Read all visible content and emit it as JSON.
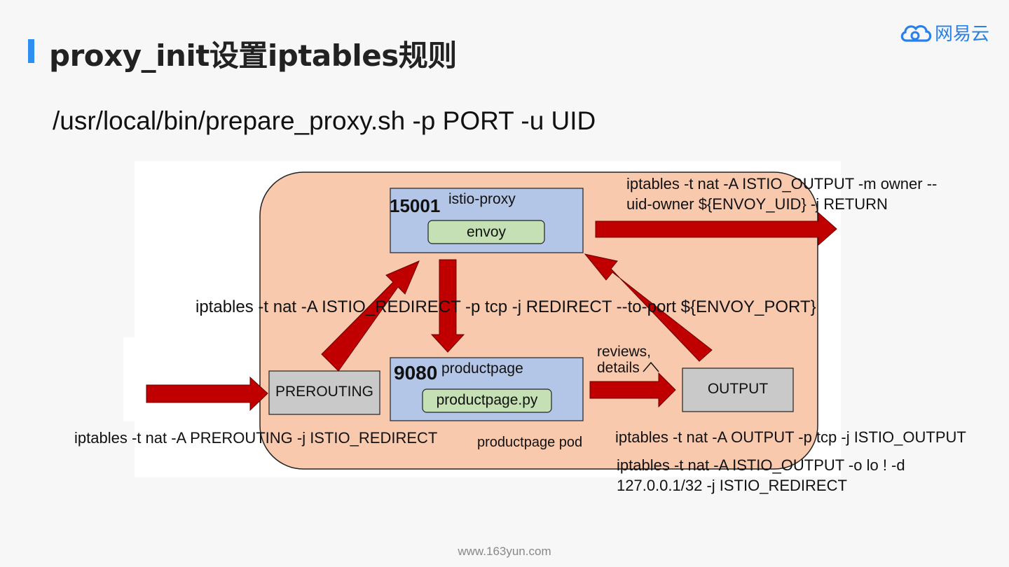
{
  "header": {
    "title": "proxy_init设置iptables规则",
    "logo_text": "网易云",
    "accent_color": "#2e8ff0",
    "logo_color": "#2980e8"
  },
  "command": "/usr/local/bin/prepare_proxy.sh -p PORT -u UID",
  "diagram": {
    "pod_label": "productpage pod",
    "proxy_box": {
      "port": "15001",
      "name": "istio-proxy",
      "inner": "envoy"
    },
    "app_box": {
      "port": "9080",
      "name": "productpage",
      "inner": "productpage.py"
    },
    "prerouting_label": "PREROUTING",
    "output_label": "OUTPUT",
    "outbound_label_line1": "reviews,",
    "outbound_label_line2": "details",
    "rule_owner_line1": "iptables -t nat -A ISTIO_OUTPUT -m owner --",
    "rule_owner_line2": "uid-owner ${ENVOY_UID} -j RETURN",
    "rule_redirect": "iptables -t nat -A ISTIO_REDIRECT -p tcp -j REDIRECT --to-port ${ENVOY_PORT}",
    "rule_prerouting": "iptables -t nat -A PREROUTING -j ISTIO_REDIRECT",
    "rule_output": "iptables -t nat -A OUTPUT -p tcp -j ISTIO_OUTPUT",
    "rule_lo_line1": "iptables -t nat -A ISTIO_OUTPUT -o lo ! -d",
    "rule_lo_line2": "127.0.0.1/32 -j ISTIO_REDIRECT",
    "colors": {
      "pod_fill": "#f9c9ae",
      "proxy_fill": "#b4c6e7",
      "inner_fill": "#c5e0b4",
      "chain_fill": "#c9c9c9",
      "arrow": "#c00000"
    }
  },
  "footer": "www.163yun.com"
}
